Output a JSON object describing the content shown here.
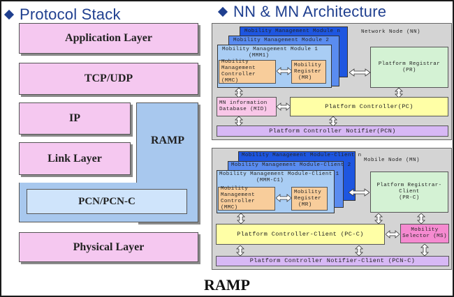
{
  "left_title": "Protocol Stack",
  "right_title": "NN & MN Architecture",
  "stack": {
    "application": "Application Layer",
    "tcp": "TCP/UDP",
    "ip": "IP",
    "link": "Link Layer",
    "ramp": "RAMP",
    "pcn": "PCN/PCN-C",
    "physical": "Physical Layer"
  },
  "nn": {
    "label": "Network Node (NN)",
    "mmm_n": "Mobility Management Module n",
    "mmm_2": "Mobility Management Module 2",
    "mmm_1_line1": "Mobility Management Module 1",
    "mmm_1_line2": "(MMM1)",
    "mmc_1": "Mobility",
    "mmc_2": "Management",
    "mmc_3": "Controller (MMC)",
    "mr_1": "Mobility",
    "mr_2": "Register",
    "mr_3": "(MR)",
    "pr_1": "Platform Registrar",
    "pr_2": "(PR)",
    "mid_1": "MN information",
    "mid_2": "Database (MID)",
    "pc": "Platform Controller(PC)",
    "pcn": "Platform Controller Notifier(PCN)"
  },
  "mn": {
    "label": "Mobile Node (MN)",
    "mmm_n": "Mobility Management Module-Client n",
    "mmm_2": "Mobility Management Module-Client 2",
    "mmm_1_line1": "Mobility Management Module-Client 1",
    "mmm_1_line2": "(MMM-C1)",
    "mmc_1": "Mobility",
    "mmc_2": "Management",
    "mmc_3": "Controller (MMC)",
    "mr_1": "Mobility",
    "mr_2": "Register",
    "mr_3": "(MR)",
    "prc_1": "Platform Registrar-Client",
    "prc_2": "(PR-C)",
    "pcc": "Platform Controller-Client (PC-C)",
    "ms_1": "Mobility",
    "ms_2": "Selector (MS)",
    "pcnc": "Platform Controller Notifier-Client (PCN-C)"
  },
  "caption": "RAMP"
}
